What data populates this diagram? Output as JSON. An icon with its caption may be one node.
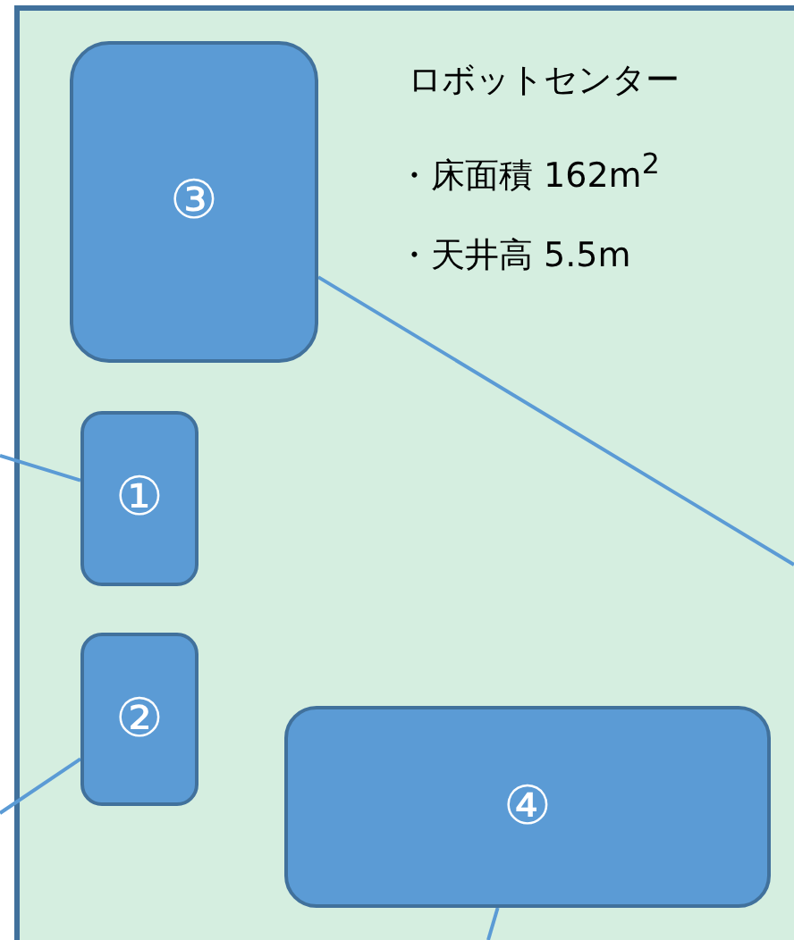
{
  "diagram": {
    "nodes": [
      {
        "text": [
          "ロボットセンター",
          "・床面積 162m$^{2}$",
          "・天井高 5.5m"
        ]
      },
      {
        "text": [
          "③"
        ],
        "in": 0
      },
      {
        "text": [
          "①"
        ],
        "in": 0
      },
      {
        "text": [
          "②"
        ],
        "in": 0
      },
      {
        "text": [
          "④"
        ],
        "in": 0
      }
    ],
    "edges": [
      {
        "from": null,
        "to": 2,
        "arrow": "none"
      },
      {
        "from": null,
        "to": 3,
        "arrow": "none"
      },
      {
        "from": null,
        "to": 1,
        "arrow": "none"
      },
      {
        "from": null,
        "to": 4,
        "arrow": "none"
      }
    ]
  }
}
